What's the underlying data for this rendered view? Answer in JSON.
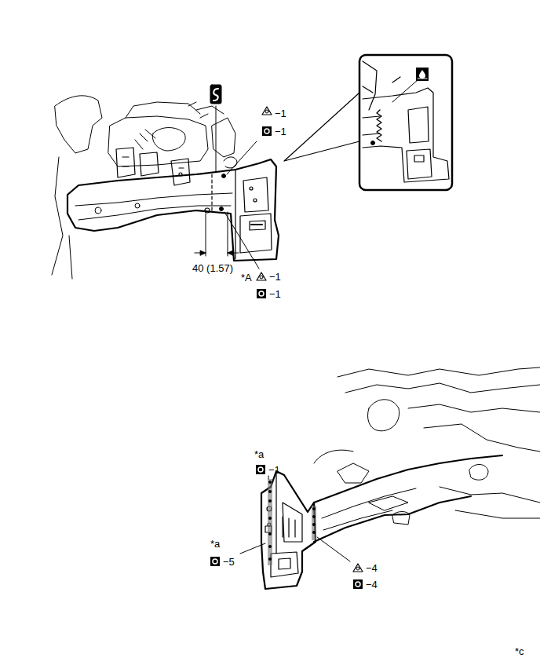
{
  "diagram": {
    "labels": [
      "−1",
      "−1",
      "40 (1.57)",
      "*A",
      "−1",
      "−1",
      "*a",
      "−1",
      "*a",
      "−5",
      "−4",
      "−4",
      "*c"
    ]
  }
}
